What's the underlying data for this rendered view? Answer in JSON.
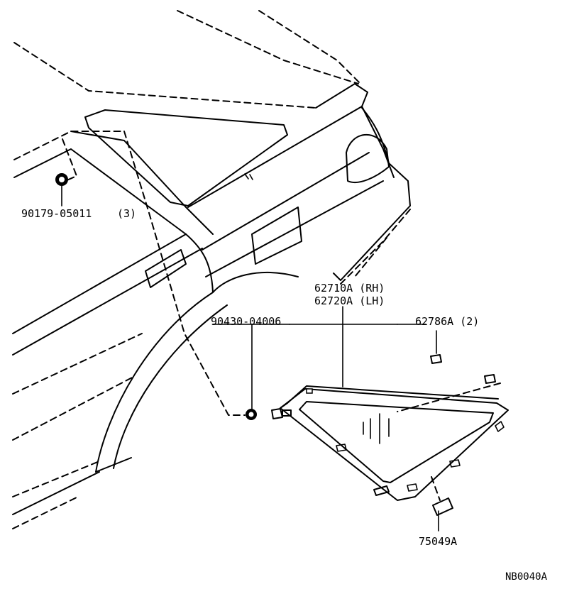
{
  "diagram": {
    "code": "NB0040A",
    "parts": [
      {
        "number": "90179-05011",
        "qty": "(3)"
      },
      {
        "number": "62710A (RH)"
      },
      {
        "number": "62720A (LH)"
      },
      {
        "number": "90430-04006"
      },
      {
        "number": "62786A (2)"
      },
      {
        "number": "75049A"
      }
    ]
  }
}
